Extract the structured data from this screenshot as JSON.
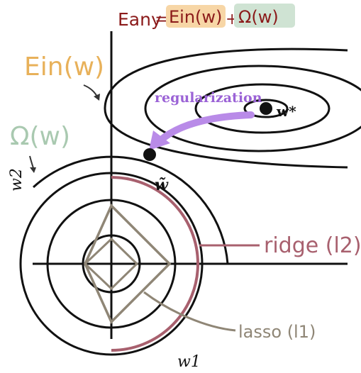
{
  "title": {
    "lhs": "Eany",
    "equals": "=",
    "ein": "Ein(w)",
    "plus": "+",
    "omega": "Ω(w)"
  },
  "labels": {
    "ein_side": "Ein(w)",
    "omega_side": "Ω(w)",
    "regularization": "regularization",
    "w_star": "w*",
    "w_tilde": "w̃",
    "w1": "w1",
    "w2": "w2",
    "ridge": "ridge (l2)",
    "lasso": "lasso (l1)"
  },
  "colors": {
    "ink": "#111111",
    "ein": "#e8b15a",
    "ein_highlight": "#f7d6a6",
    "omega": "#a9c9b0",
    "omega_highlight": "#cfe3d3",
    "title": "#8b1a1a",
    "regularization": "#9b63d6",
    "ridge": "#a8606e",
    "lasso": "#8f8676"
  }
}
